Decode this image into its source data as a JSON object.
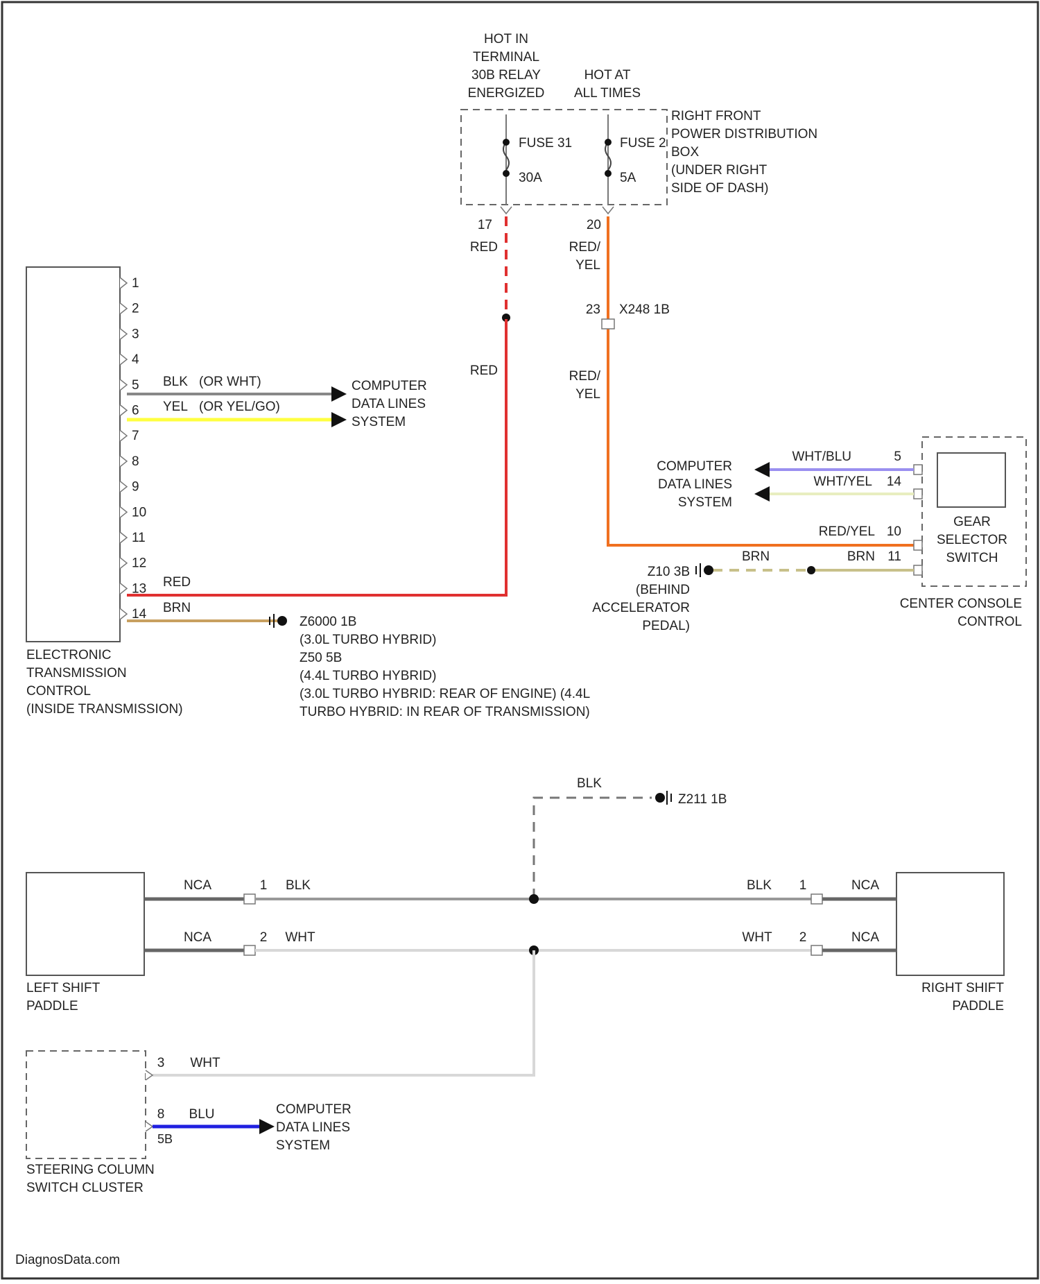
{
  "fuse_panel": {
    "hot_in_terminal": [
      "HOT IN",
      "TERMINAL",
      "30B RELAY",
      "ENERGIZED"
    ],
    "hot_at_all_times": [
      "HOT AT",
      "ALL TIMES"
    ],
    "fuse_a": "FUSE 31",
    "fuse_a_amp": "30A",
    "fuse_b": "FUSE 2",
    "fuse_b_amp": "5A",
    "location": [
      "RIGHT FRONT",
      "POWER DISTRIBUTION",
      "BOX",
      "(UNDER RIGHT",
      "SIDE OF DASH)"
    ],
    "pin_a": "17",
    "pin_b": "20"
  },
  "wires": {
    "red": "RED",
    "red_yel": [
      "RED/",
      "YEL"
    ],
    "x2": "23",
    "x2_name": "X248 1B"
  },
  "etc": {
    "pins": [
      "1",
      "2",
      "3",
      "4",
      "5",
      "6",
      "7",
      "8",
      "9",
      "10",
      "11",
      "12",
      "13",
      "14"
    ],
    "pin5_color": "BLK",
    "pin5_alt": "(OR WHT)",
    "pin6_color": "YEL",
    "pin6_alt": "(OR YEL/GO)",
    "pin13_color": "RED",
    "pin14_color": "BRN",
    "data_lines": [
      "COMPUTER",
      "DATA LINES",
      "SYSTEM"
    ],
    "label": [
      "ELECTRONIC",
      "TRANSMISSION",
      "CONTROL",
      "(INSIDE TRANSMISSION)"
    ],
    "ground": [
      "Z6000 1B",
      "(3.0L TURBO HYBRID)",
      "Z50 5B",
      "(4.4L TURBO HYBRID)",
      "(3.0L TURBO HYBRID: REAR OF ENGINE) (4.4L",
      "TURBO HYBRID: IN REAR OF TRANSMISSION)"
    ]
  },
  "gear_selector": {
    "label": [
      "GEAR",
      "SELECTOR",
      "SWITCH"
    ],
    "subsystem": [
      "CENTER CONSOLE",
      "CONTROL"
    ],
    "pin5": "5",
    "pin5_color": "WHT/BLU",
    "pin14": "14",
    "pin14_color": "WHT/YEL",
    "pin10": "10",
    "pin10_color": "RED/YEL",
    "pin11": "11",
    "pin11_color": "BRN",
    "brn_left": "BRN",
    "data_lines": [
      "COMPUTER",
      "DATA LINES",
      "SYSTEM"
    ],
    "ground": [
      "Z10 3B",
      "(BEHIND",
      "ACCELERATOR",
      "PEDAL)"
    ]
  },
  "paddles": {
    "top_ground": "BLK",
    "top_ground_id": "Z211 1B",
    "nca": "NCA",
    "blk": "BLK",
    "wht": "WHT",
    "pin1": "1",
    "pin2": "2",
    "left_label": [
      "LEFT SHIFT",
      "PADDLE"
    ],
    "right_label": [
      "RIGHT SHIFT",
      "PADDLE"
    ]
  },
  "steering": {
    "pin3": "3",
    "pin3_color": "WHT",
    "pin8": "8",
    "pin8_color": "BLU",
    "pin8_extra": "5B",
    "data_lines": [
      "COMPUTER",
      "DATA LINES",
      "SYSTEM"
    ],
    "label": [
      "STEERING COLUMN",
      "SWITCH CLUSTER"
    ]
  },
  "footer": "DiagnosData.com",
  "colors": {
    "red": "#e03030",
    "orange": "#f07020",
    "yellow": "#ffff40",
    "brown": "#c8a060",
    "blue": "#2020e0",
    "lavender": "#9a8ff0",
    "pale_yellow": "#e8eec0",
    "gray": "#666666"
  }
}
